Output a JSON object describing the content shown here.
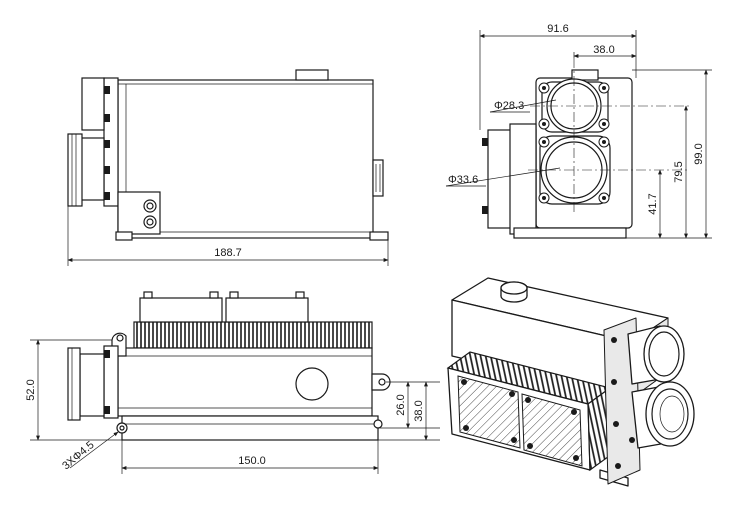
{
  "drawing": {
    "side_view": {
      "overall_length": "188.7"
    },
    "front_view": {
      "overall_width": "91.6",
      "offset_width": "38.0",
      "small_diameter": "Φ28.3",
      "large_diameter": "Φ33.6",
      "overall_height": "99.0",
      "upper_center_height": "79.5",
      "lower_center_height": "41.7"
    },
    "top_view": {
      "height": "52.0",
      "mount_spacing": "150.0",
      "hole_callout": "3XΦ4.5",
      "hole_offset_small": "26.0",
      "hole_offset_large": "38.0"
    }
  }
}
